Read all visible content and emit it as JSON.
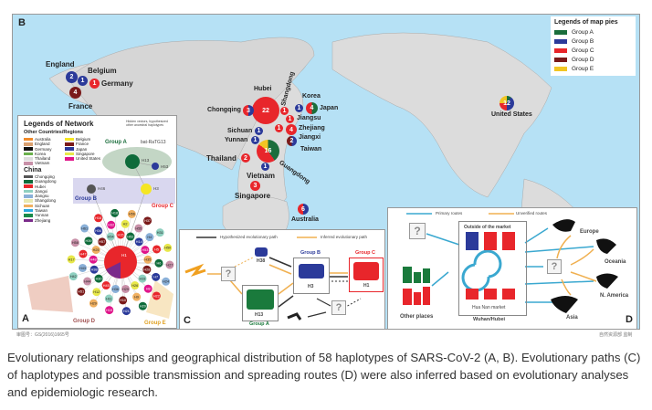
{
  "figure": {
    "panel_b": {
      "letter": "B",
      "legend": {
        "title": "Legends of map pies",
        "items": [
          {
            "label": "Group A",
            "color": "#1a6e3c"
          },
          {
            "label": "Group B",
            "color": "#2b3a9a"
          },
          {
            "label": "Group C",
            "color": "#e8262b"
          },
          {
            "label": "Group D",
            "color": "#7a1a1a"
          },
          {
            "label": "Group E",
            "color": "#f2c623"
          }
        ]
      },
      "locations": [
        {
          "name": "England",
          "count": "2"
        },
        {
          "name": "Belgium",
          "count": "1"
        },
        {
          "name": "Germany",
          "count": "1"
        },
        {
          "name": "France",
          "count": "4"
        },
        {
          "name": "Hubei",
          "count": "22"
        },
        {
          "name": "Shangdong",
          "count": "1"
        },
        {
          "name": "Korea",
          "count": "1"
        },
        {
          "name": "Japan",
          "count": "4"
        },
        {
          "name": "Chongqing",
          "count": "3"
        },
        {
          "name": "Jiangsu",
          "count": "1"
        },
        {
          "name": "Sichuan",
          "count": "1"
        },
        {
          "name": "Zhejiang",
          "count": "4"
        },
        {
          "name": "Yunnan",
          "count": "1"
        },
        {
          "name": "Jiangxi",
          "count": "1"
        },
        {
          "name": "Taiwan",
          "count": "2"
        },
        {
          "name": "Guangdong",
          "count": "16"
        },
        {
          "name": "Thailand",
          "count": "2"
        },
        {
          "name": "Vietnam",
          "count": "1"
        },
        {
          "name": "Singapore",
          "count": "3"
        },
        {
          "name": "Australia",
          "count": "6"
        },
        {
          "name": "United States",
          "count": "12"
        }
      ]
    },
    "panel_a": {
      "letter": "A",
      "title": "Legends of Network",
      "other_title": "Other Countries/Regions",
      "note": "Hidden vectors, hypothesized other ancestral haplotypes",
      "other": [
        {
          "label": "Australia",
          "color": "#f08a2a"
        },
        {
          "label": "Belgium",
          "color": "#f5e623"
        },
        {
          "label": "England",
          "color": "#d9a070"
        },
        {
          "label": "France",
          "color": "#7a1a1a"
        },
        {
          "label": "Germany",
          "color": "#111111"
        },
        {
          "label": "Japan",
          "color": "#2b3a9a"
        },
        {
          "label": "Korea",
          "color": "#6ab04c"
        },
        {
          "label": "Singapore",
          "color": "#e8e84a"
        },
        {
          "label": "Thailand",
          "color": "#dddddd"
        },
        {
          "label": "United States",
          "color": "#e0158a"
        },
        {
          "label": "Vietnam",
          "color": "#c890a8"
        }
      ],
      "china_title": "China",
      "china": [
        {
          "label": "Chongqing",
          "color": "#555555"
        },
        {
          "label": "Guangdong",
          "color": "#0e6b3a"
        },
        {
          "label": "Hubei",
          "color": "#e8262b"
        },
        {
          "label": "Jiangxi",
          "color": "#8fd0c0"
        },
        {
          "label": "Jiangsu",
          "color": "#8ab0d8"
        },
        {
          "label": "Shangdong",
          "color": "#e8e8b0"
        },
        {
          "label": "Sichuan",
          "color": "#f0b060"
        },
        {
          "label": "Taiwan",
          "color": "#2aa8e0"
        },
        {
          "label": "Yunnan",
          "color": "#1a8a4a"
        },
        {
          "label": "Zhejiang",
          "color": "#7a2a8a"
        }
      ],
      "groups": {
        "a": "Group A",
        "b": "Group B",
        "c": "Group C",
        "d": "Group D",
        "e": "Group E"
      },
      "bat": "bat-RaTG13",
      "hubs": {
        "h13": "H13",
        "h3": "H3",
        "h1": "H1",
        "h46": "H46",
        "h53": "H53"
      },
      "nodes": [
        "H15",
        "H52",
        "H14",
        "H53",
        "H35",
        "H28",
        "H33",
        "H26",
        "H29",
        "H36",
        "H45",
        "H30",
        "H38",
        "H48",
        "H25",
        "H57",
        "H54",
        "H2",
        "H55",
        "H4",
        "H5",
        "H6",
        "H7",
        "H8",
        "H9",
        "H10",
        "H11",
        "H12",
        "H44",
        "H43",
        "H47",
        "H39",
        "H34",
        "H32",
        "H56",
        "H37",
        "H31",
        "H50",
        "H27",
        "H24",
        "H22",
        "H20",
        "H21",
        "H19",
        "H29",
        "H51",
        "H42",
        "H17",
        "H58",
        "H61",
        "H16",
        "H18"
      ]
    },
    "panel_c": {
      "letter": "C",
      "legend_hyp": "Hypothesized evolutionary path",
      "legend_inf": "Inferred evolutionary path",
      "h38": "H38",
      "group_b": "Group B",
      "h3": "H3",
      "group_c": "Group C",
      "h1": "H1",
      "h13": "H13",
      "group_a": "Group A",
      "question": "?"
    },
    "panel_d": {
      "letter": "D",
      "legend_primary": "Primary routes",
      "legend_unverified": "Unverified routes",
      "outside": "Outside of the market",
      "market": "Hua Nan market",
      "wuhan": "Wuhan/Hubei",
      "other_places": "Other places",
      "europe": "Europe",
      "oceania": "Oceania",
      "n_america": "N. America",
      "asia": "Asia",
      "question": "?"
    },
    "map_credit": "审图号：GS(2016)1665号",
    "source_credit": "自然资源部 监制"
  },
  "caption": "Evolutionary relationships and geographical distribution of 58 haplotypes of SARS-CoV-2 (A, B). Evolutionary paths (C) of haplotypes and possible transmission and spreading routes (D) were also inferred based on evolutionary analyses and epidemiologic research."
}
